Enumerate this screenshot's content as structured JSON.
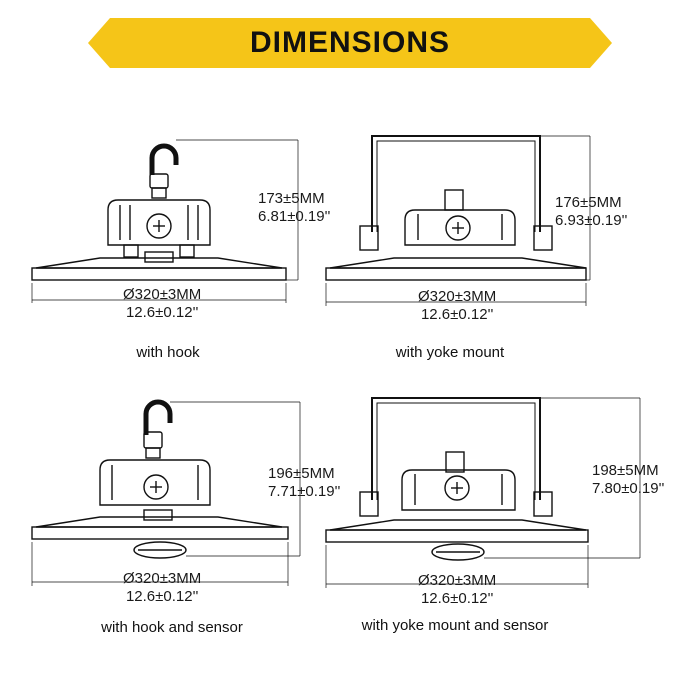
{
  "header": {
    "title": "DIMENSIONS",
    "banner_color": "#F5C518"
  },
  "panels": [
    {
      "height_mm": "173±5MM",
      "height_in": "6.81±0.19''",
      "diameter_mm": "Ø320±3MM",
      "diameter_in": "12.6±0.12''",
      "caption": "with hook"
    },
    {
      "height_mm": "176±5MM",
      "height_in": "6.93±0.19''",
      "diameter_mm": "Ø320±3MM",
      "diameter_in": "12.6±0.12''",
      "caption": "with yoke mount"
    },
    {
      "height_mm": "196±5MM",
      "height_in": "7.71±0.19''",
      "diameter_mm": "Ø320±3MM",
      "diameter_in": "12.6±0.12''",
      "caption": "with hook and sensor"
    },
    {
      "height_mm": "198±5MM",
      "height_in": "7.80±0.19''",
      "diameter_mm": "Ø320±3MM",
      "diameter_in": "12.6±0.12''",
      "caption": "with yoke mount and sensor"
    }
  ]
}
